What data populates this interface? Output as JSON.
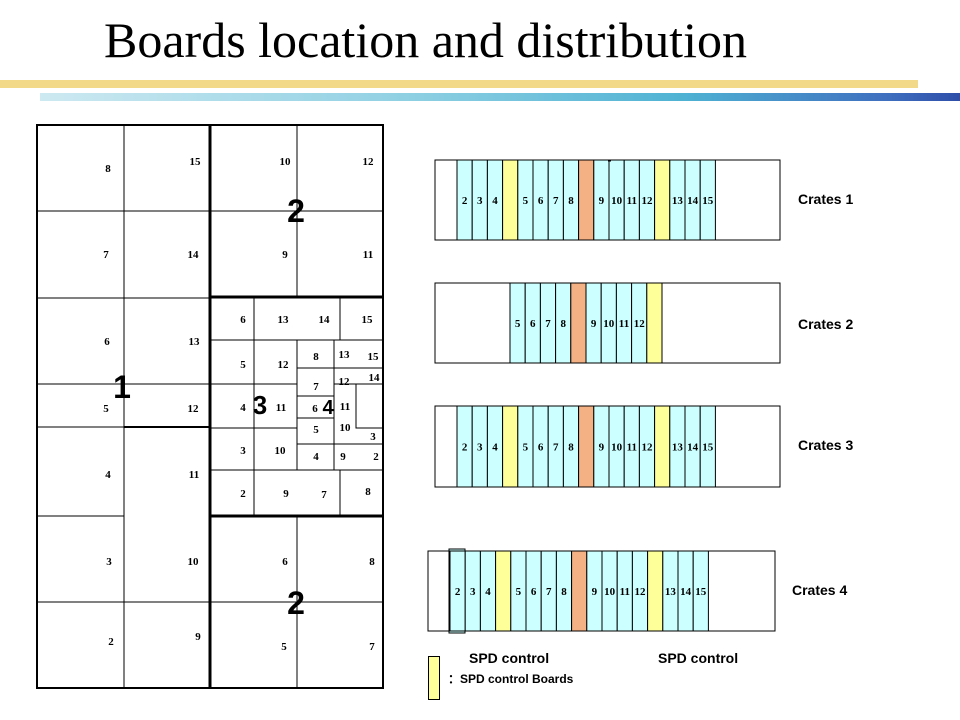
{
  "title": "Boards location and distribution",
  "colors": {
    "normal_board": "#ccffff",
    "spd_board": "#ffff99",
    "center_board": "#f4b183",
    "line": "#000000"
  },
  "layout_map": {
    "region_labels": [
      "1",
      "2",
      "3",
      "4",
      "2"
    ],
    "cells": [
      {
        "left": "8",
        "right": "15"
      },
      {
        "left": "7",
        "right": "14"
      },
      {
        "left": "6",
        "right": "13"
      },
      {
        "left": "5",
        "right": "12"
      },
      {
        "left": "4",
        "right": "11"
      },
      {
        "left": "3",
        "right": "10"
      },
      {
        "left": "2",
        "right": "9"
      }
    ],
    "top_right": [
      "10",
      "12",
      "9",
      "11"
    ],
    "bottom_right": [
      "6",
      "8",
      "5",
      "7"
    ],
    "region3": [
      "6",
      "13",
      "5",
      "12",
      "4",
      "11",
      "3",
      "10",
      "2",
      "9"
    ],
    "region4": [
      "14",
      "15",
      "8",
      "13",
      "15",
      "7",
      "12",
      "14",
      "6",
      "11",
      "5",
      "10",
      "3",
      "4",
      "9",
      "2",
      "7",
      "8"
    ]
  },
  "crates": [
    {
      "name": "Crates 1",
      "slots": [
        "2",
        "3",
        "4",
        "",
        "5",
        "6",
        "7",
        "8",
        "",
        "9",
        "10",
        "11",
        "12",
        "",
        "13",
        "14",
        "15"
      ]
    },
    {
      "name": "Crates 2",
      "slots": [
        "5",
        "6",
        "7",
        "8",
        "",
        "9",
        "10",
        "11",
        "12",
        ""
      ]
    },
    {
      "name": "Crates 3",
      "slots": [
        "2",
        "3",
        "4",
        "",
        "5",
        "6",
        "7",
        "8",
        "",
        "9",
        "10",
        "11",
        "12",
        "",
        "13",
        "14",
        "15"
      ]
    },
    {
      "name": "Crates 4",
      "slots": [
        "2",
        "3",
        "4",
        "",
        "5",
        "6",
        "7",
        "8",
        "",
        "9",
        "10",
        "11",
        "12",
        "",
        "13",
        "14",
        "15"
      ]
    }
  ],
  "spd_labels": [
    "SPD control",
    "SPD control"
  ],
  "legend": "：SPD control Boards"
}
